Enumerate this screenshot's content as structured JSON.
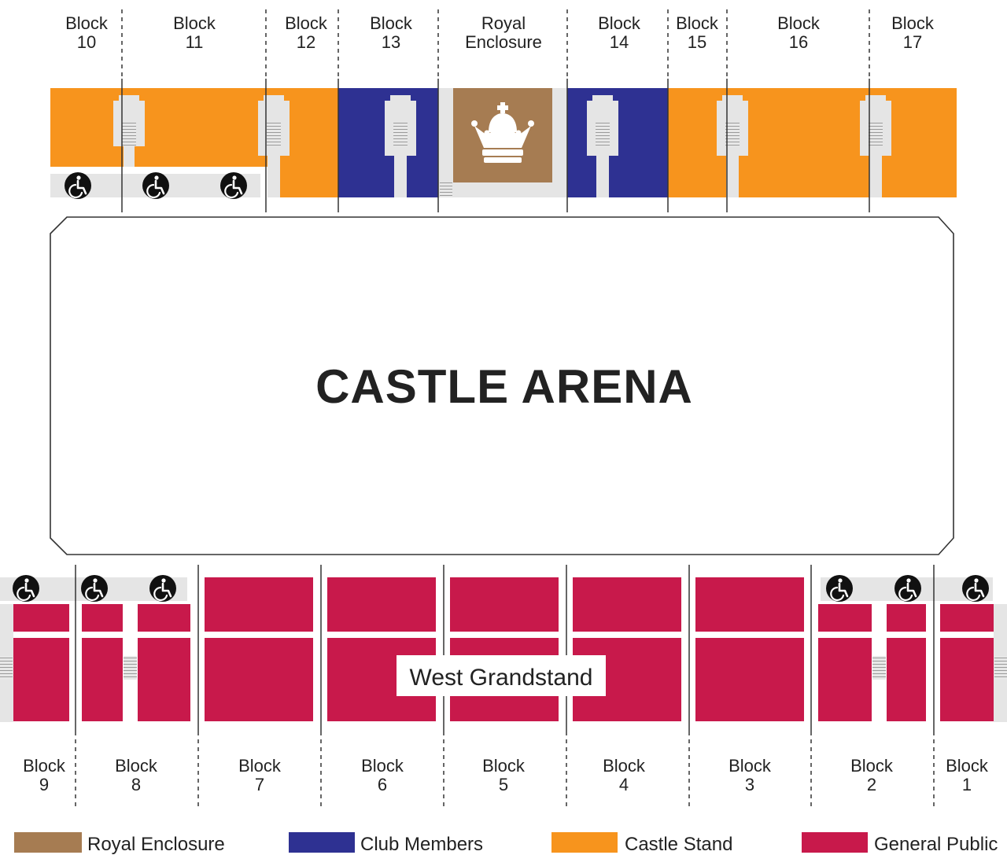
{
  "colors": {
    "royal_enclosure": "#A67C52",
    "club_members": "#2E3192",
    "castle_stand": "#F7941D",
    "general_public": "#C8194B",
    "aisle": "#E5E5E5",
    "stairs": "#BDBDBD",
    "outline": "#333333"
  },
  "top_blocks": [
    {
      "line1": "Block",
      "line2": "10"
    },
    {
      "line1": "Block",
      "line2": "11"
    },
    {
      "line1": "Block",
      "line2": "12"
    },
    {
      "line1": "Block",
      "line2": "13"
    },
    {
      "line1": "Royal",
      "line2": "Enclosure"
    },
    {
      "line1": "Block",
      "line2": "14"
    },
    {
      "line1": "Block",
      "line2": "15"
    },
    {
      "line1": "Block",
      "line2": "16"
    },
    {
      "line1": "Block",
      "line2": "17"
    }
  ],
  "bottom_blocks": [
    {
      "line1": "Block",
      "line2": "9"
    },
    {
      "line1": "Block",
      "line2": "8"
    },
    {
      "line1": "Block",
      "line2": "7"
    },
    {
      "line1": "Block",
      "line2": "6"
    },
    {
      "line1": "Block",
      "line2": "5"
    },
    {
      "line1": "Block",
      "line2": "4"
    },
    {
      "line1": "Block",
      "line2": "3"
    },
    {
      "line1": "Block",
      "line2": "2"
    },
    {
      "line1": "Block",
      "line2": "1"
    }
  ],
  "arena_title": "CASTLE ARENA",
  "grandstand_title": "West Grandstand",
  "icons": {
    "wheelchair": "wheelchair-icon",
    "crown": "crown-icon",
    "stairs": "stairs-icon"
  },
  "legend": [
    {
      "label": "Royal Enclosure",
      "color": "#A67C52"
    },
    {
      "label": "Club Members",
      "color": "#2E3192"
    },
    {
      "label": "Castle Stand",
      "color": "#F7941D"
    },
    {
      "label": "General Public",
      "color": "#C8194B"
    }
  ]
}
